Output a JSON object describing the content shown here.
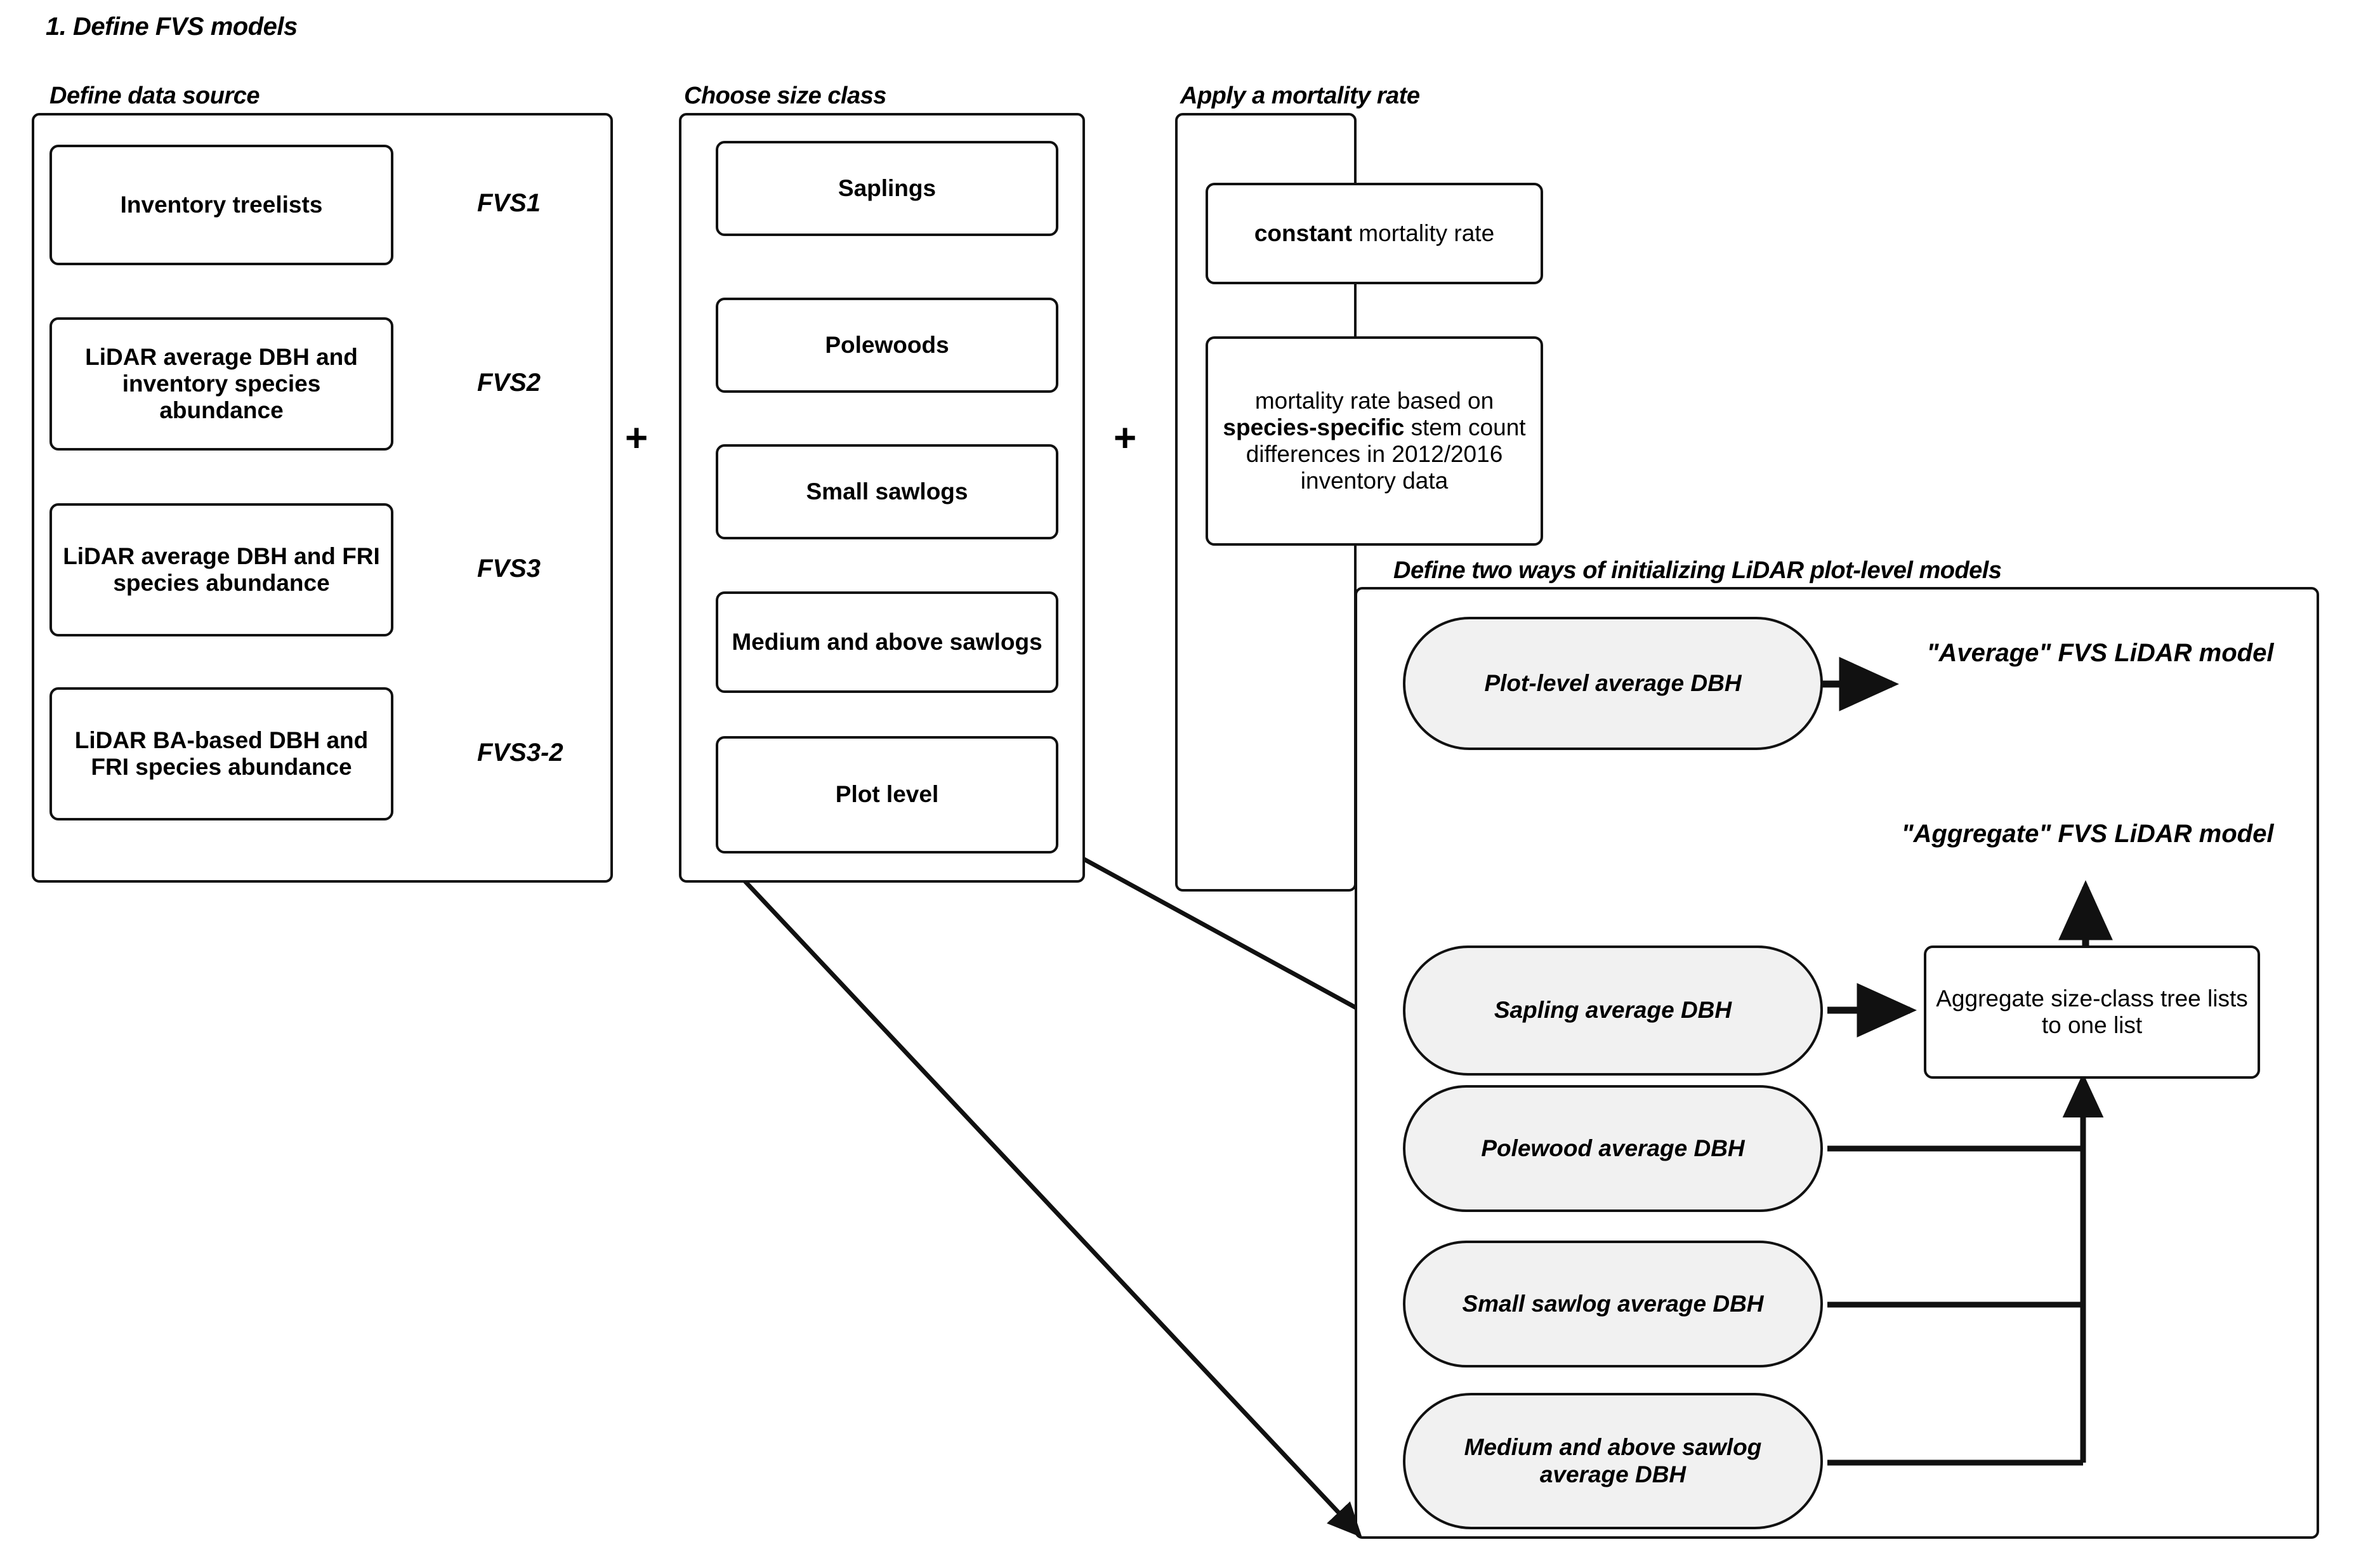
{
  "figure": {
    "step_title": "1. Define FVS models"
  },
  "panels": {
    "data_source": {
      "title": "Define data source",
      "rows": [
        {
          "box": "Inventory treelists",
          "output": "FVS1"
        },
        {
          "box": "LiDAR average DBH and inventory species abundance",
          "output": "FVS2"
        },
        {
          "box": "LiDAR average DBH and FRI species abundance",
          "output": "FVS3"
        },
        {
          "box": "LiDAR BA-based DBH and FRI species abundance",
          "output": "FVS3-2"
        }
      ]
    },
    "size_class": {
      "title": "Choose size class",
      "options": [
        "Saplings",
        "Polewoods",
        "Small sawlogs",
        "Medium and above sawlogs",
        "Plot level"
      ]
    },
    "mortality": {
      "title": "Apply a mortality rate",
      "options": [
        {
          "bold_prefix": "constant",
          "rest": " mortality rate"
        },
        {
          "pre": "mortality rate based on ",
          "bold": "species-specific",
          "post": " stem count differences in 2012/2016 inventory data"
        }
      ]
    },
    "lidar_plot_level": {
      "title": "Define two ways of initializing LiDAR plot-level models",
      "average_branch": {
        "source": "Plot-level average DBH",
        "output": "\"Average\" FVS  LiDAR model"
      },
      "aggregate_branch": {
        "sources": [
          "Sapling average DBH",
          "Polewood average DBH",
          "Small sawlog average DBH",
          "Medium and above sawlog average DBH"
        ],
        "combiner": "Aggregate size-class tree lists to one list",
        "output": "\"Aggregate\" FVS LiDAR model"
      }
    }
  },
  "operators": {
    "plus_1": "+",
    "plus_2": "+"
  },
  "colors": {
    "stroke": "#111111",
    "pill_fill": "#f1f1f1",
    "background": "#ffffff"
  }
}
